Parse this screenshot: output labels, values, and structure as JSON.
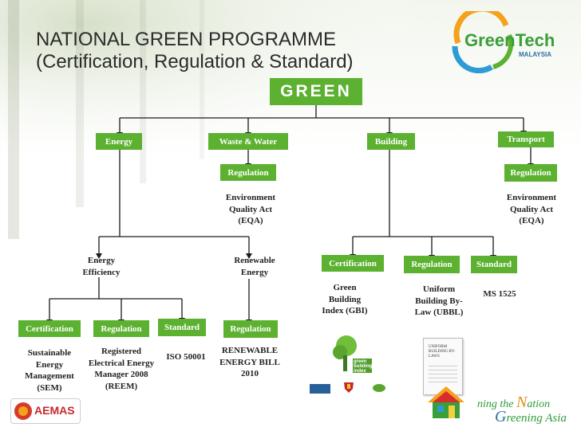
{
  "title": "NATIONAL GREEN PROGRAMME\n(Certification, Regulation & Standard)",
  "root": "GREEN",
  "sectors": {
    "energy": "Energy",
    "waste_water": "Waste & Water",
    "building": "Building",
    "transport": "Transport"
  },
  "waste_water": {
    "regulation": "Regulation",
    "act": "Environment Quality Act (EQA)"
  },
  "transport": {
    "regulation": "Regulation",
    "act": "Environment Quality Act (EQA)"
  },
  "energy": {
    "efficiency": "Energy Efficiency",
    "renewable": "Renewable Energy",
    "certification": "Certification",
    "certification_item": "Sustainable Energy Management (SEM)",
    "regulation": "Regulation",
    "regulation_item": "Registered Electrical Energy Manager 2008 (REEM)",
    "standard": "Standard",
    "standard_item": "ISO 50001",
    "re_regulation": "Regulation",
    "re_regulation_item": "RENEWABLE ENERGY BILL 2010"
  },
  "building": {
    "certification": "Certification",
    "certification_item": "Green Building Index (GBI)",
    "regulation": "Regulation",
    "regulation_item": "Uniform Building By-Law (UBBL)",
    "standard": "Standard",
    "standard_item": "MS 1525"
  },
  "logos": {
    "greentech": "GreenTech",
    "greentech_sub": "MALAYSIA",
    "aemas": "AEMAS",
    "gbi_text": "green building index",
    "slogan_a": "ning the",
    "slogan_n": "N",
    "slogan_b": "ation",
    "slogan_g": "G",
    "slogan_c": "reening Asia",
    "ubbl_doc": "UNIFORM BUILDING BY-LAWS"
  },
  "colors": {
    "accent": "#5cb130",
    "line": "#1a1a1a",
    "title": "#2b2b2b"
  }
}
